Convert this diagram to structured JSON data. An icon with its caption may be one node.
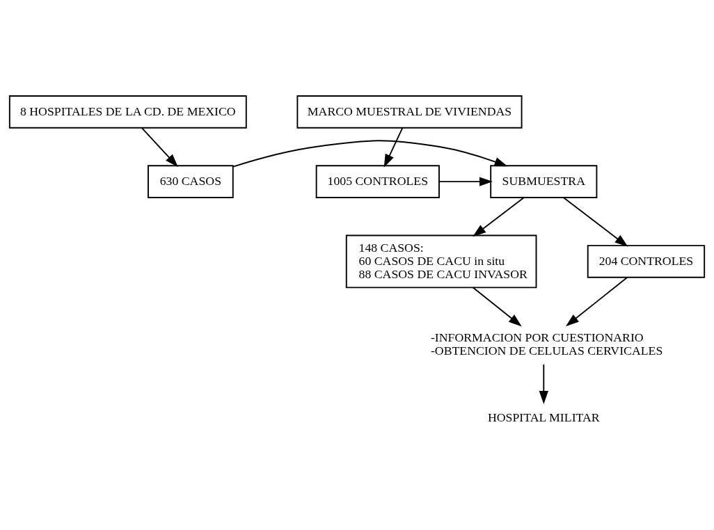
{
  "diagram": {
    "nodes": [
      {
        "text": [
          "8 HOSPITALES DE LA CD. DE MEXICO"
        ]
      },
      {
        "text": [
          "MARCO MUESTRAL DE VIVIENDAS"
        ]
      },
      {
        "text": [
          "630 CASOS"
        ]
      },
      {
        "text": [
          "SUBMUESTRA"
        ]
      },
      {
        "text": [
          "1005 CONTROLES"
        ]
      },
      {
        "text": [
          "148 CASOS:",
          "60 CASOS DE CACU in situ",
          "88 CASOS DE CACU INVASOR"
        ]
      },
      {
        "text": [
          "204 CONTROLES"
        ]
      },
      {
        "text": [
          "-INFORMACION POR CUESTIONARIO",
          "-OBTENCION DE CELULAS CERVICALES"
        ]
      },
      {
        "text": [
          "HOSPITAL MILITAR"
        ]
      }
    ],
    "edges": [
      {
        "from": 0,
        "to": 2,
        "arrow": "to"
      },
      {
        "from": 1,
        "to": 4,
        "arrow": "to"
      },
      {
        "from": 2,
        "to": 3,
        "arrow": "to"
      },
      {
        "from": 4,
        "to": 3,
        "arrow": "to"
      },
      {
        "from": 3,
        "to": 5,
        "arrow": "to"
      },
      {
        "from": 3,
        "to": 6,
        "arrow": "to"
      },
      {
        "from": 5,
        "to": 7,
        "arrow": "to"
      },
      {
        "from": 6,
        "to": 7,
        "arrow": "to"
      },
      {
        "from": 7,
        "to": 8,
        "arrow": "to"
      }
    ]
  }
}
